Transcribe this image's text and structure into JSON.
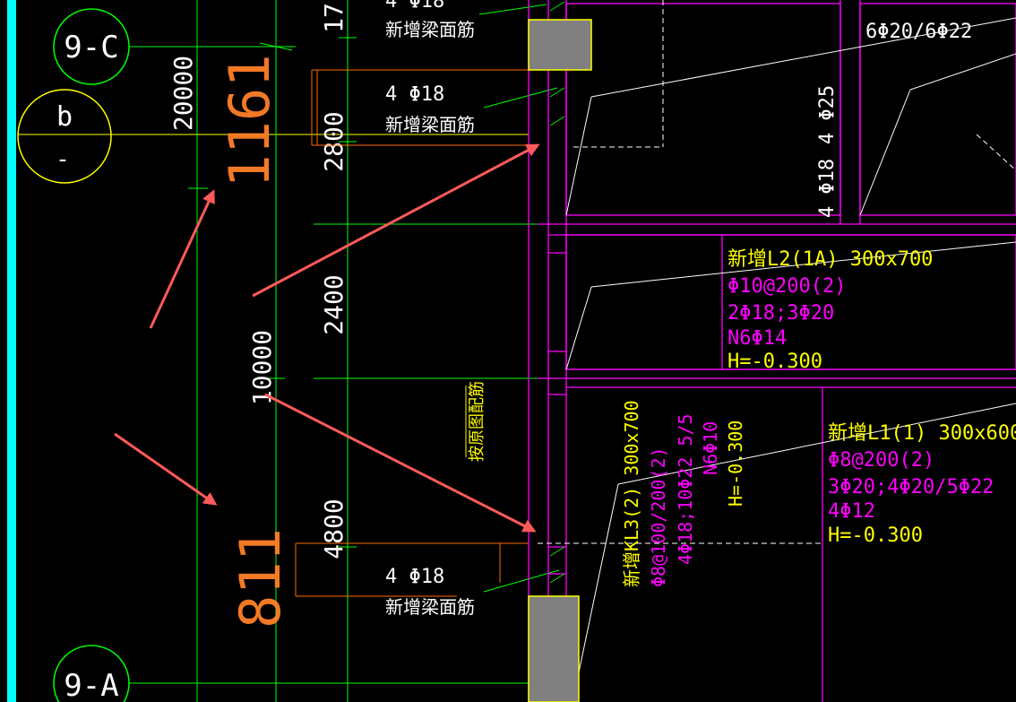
{
  "colors": {
    "background": "#000000",
    "left_edge": "#00ffff",
    "axis_line": "#00ff00",
    "wall_outline": "#ff00ff",
    "dimension_line": "#ff6a00",
    "annotation_arrow": "#ff5a5a",
    "column_fill": "#808080",
    "yellow_text": "#ffff00",
    "magenta_text": "#ff00ff"
  },
  "grid_bubbles": [
    {
      "id": "9-C",
      "label": "9-C"
    },
    {
      "id": "b",
      "label": "b",
      "sub": "-"
    },
    {
      "id": "9-A",
      "label": "9-A"
    }
  ],
  "dimensions": {
    "d20000": "20000",
    "d10000": "10000",
    "d2800": "2800",
    "d2400": "2400",
    "d4800": "4800",
    "d17": "17"
  },
  "big_numbers": {
    "top": "1161",
    "bottom": "811"
  },
  "beam_face_notes": [
    {
      "bar": "4 Φ18",
      "label": "新增梁面筋"
    },
    {
      "bar": "4 Φ18",
      "label": "新增梁面筋"
    },
    {
      "bar": "4 Φ18",
      "label": "新增梁面筋"
    }
  ],
  "top_cut_bar": "4 Φ18",
  "vertical_note": "按原图配筋",
  "right_top_label": "6Φ20/6Φ22",
  "upper_section": {
    "right_bar": "4 Φ25",
    "bottom_bar": "4 Φ18"
  },
  "beam_L2": {
    "title": "新增L2(1A) 300x700",
    "stirrup": "Φ10@200(2)",
    "bars": "2Φ18;3Φ20",
    "side": "N6Φ14",
    "elev": "H=-0.300"
  },
  "beam_L1": {
    "title": "新增L1(1) 300x600",
    "stirrup": "Φ8@200(2)",
    "bars": "3Φ20;4Φ20/5Φ22",
    "side": "4Φ12",
    "elev": "H=-0.300"
  },
  "beam_KL3": {
    "title": "新增KL3(2) 300x700",
    "stirrup": "Φ8@100/200(2)",
    "bars": "4Φ18;10Φ22 5/5",
    "side": "N6Φ10",
    "elev": "H=-0.300"
  }
}
